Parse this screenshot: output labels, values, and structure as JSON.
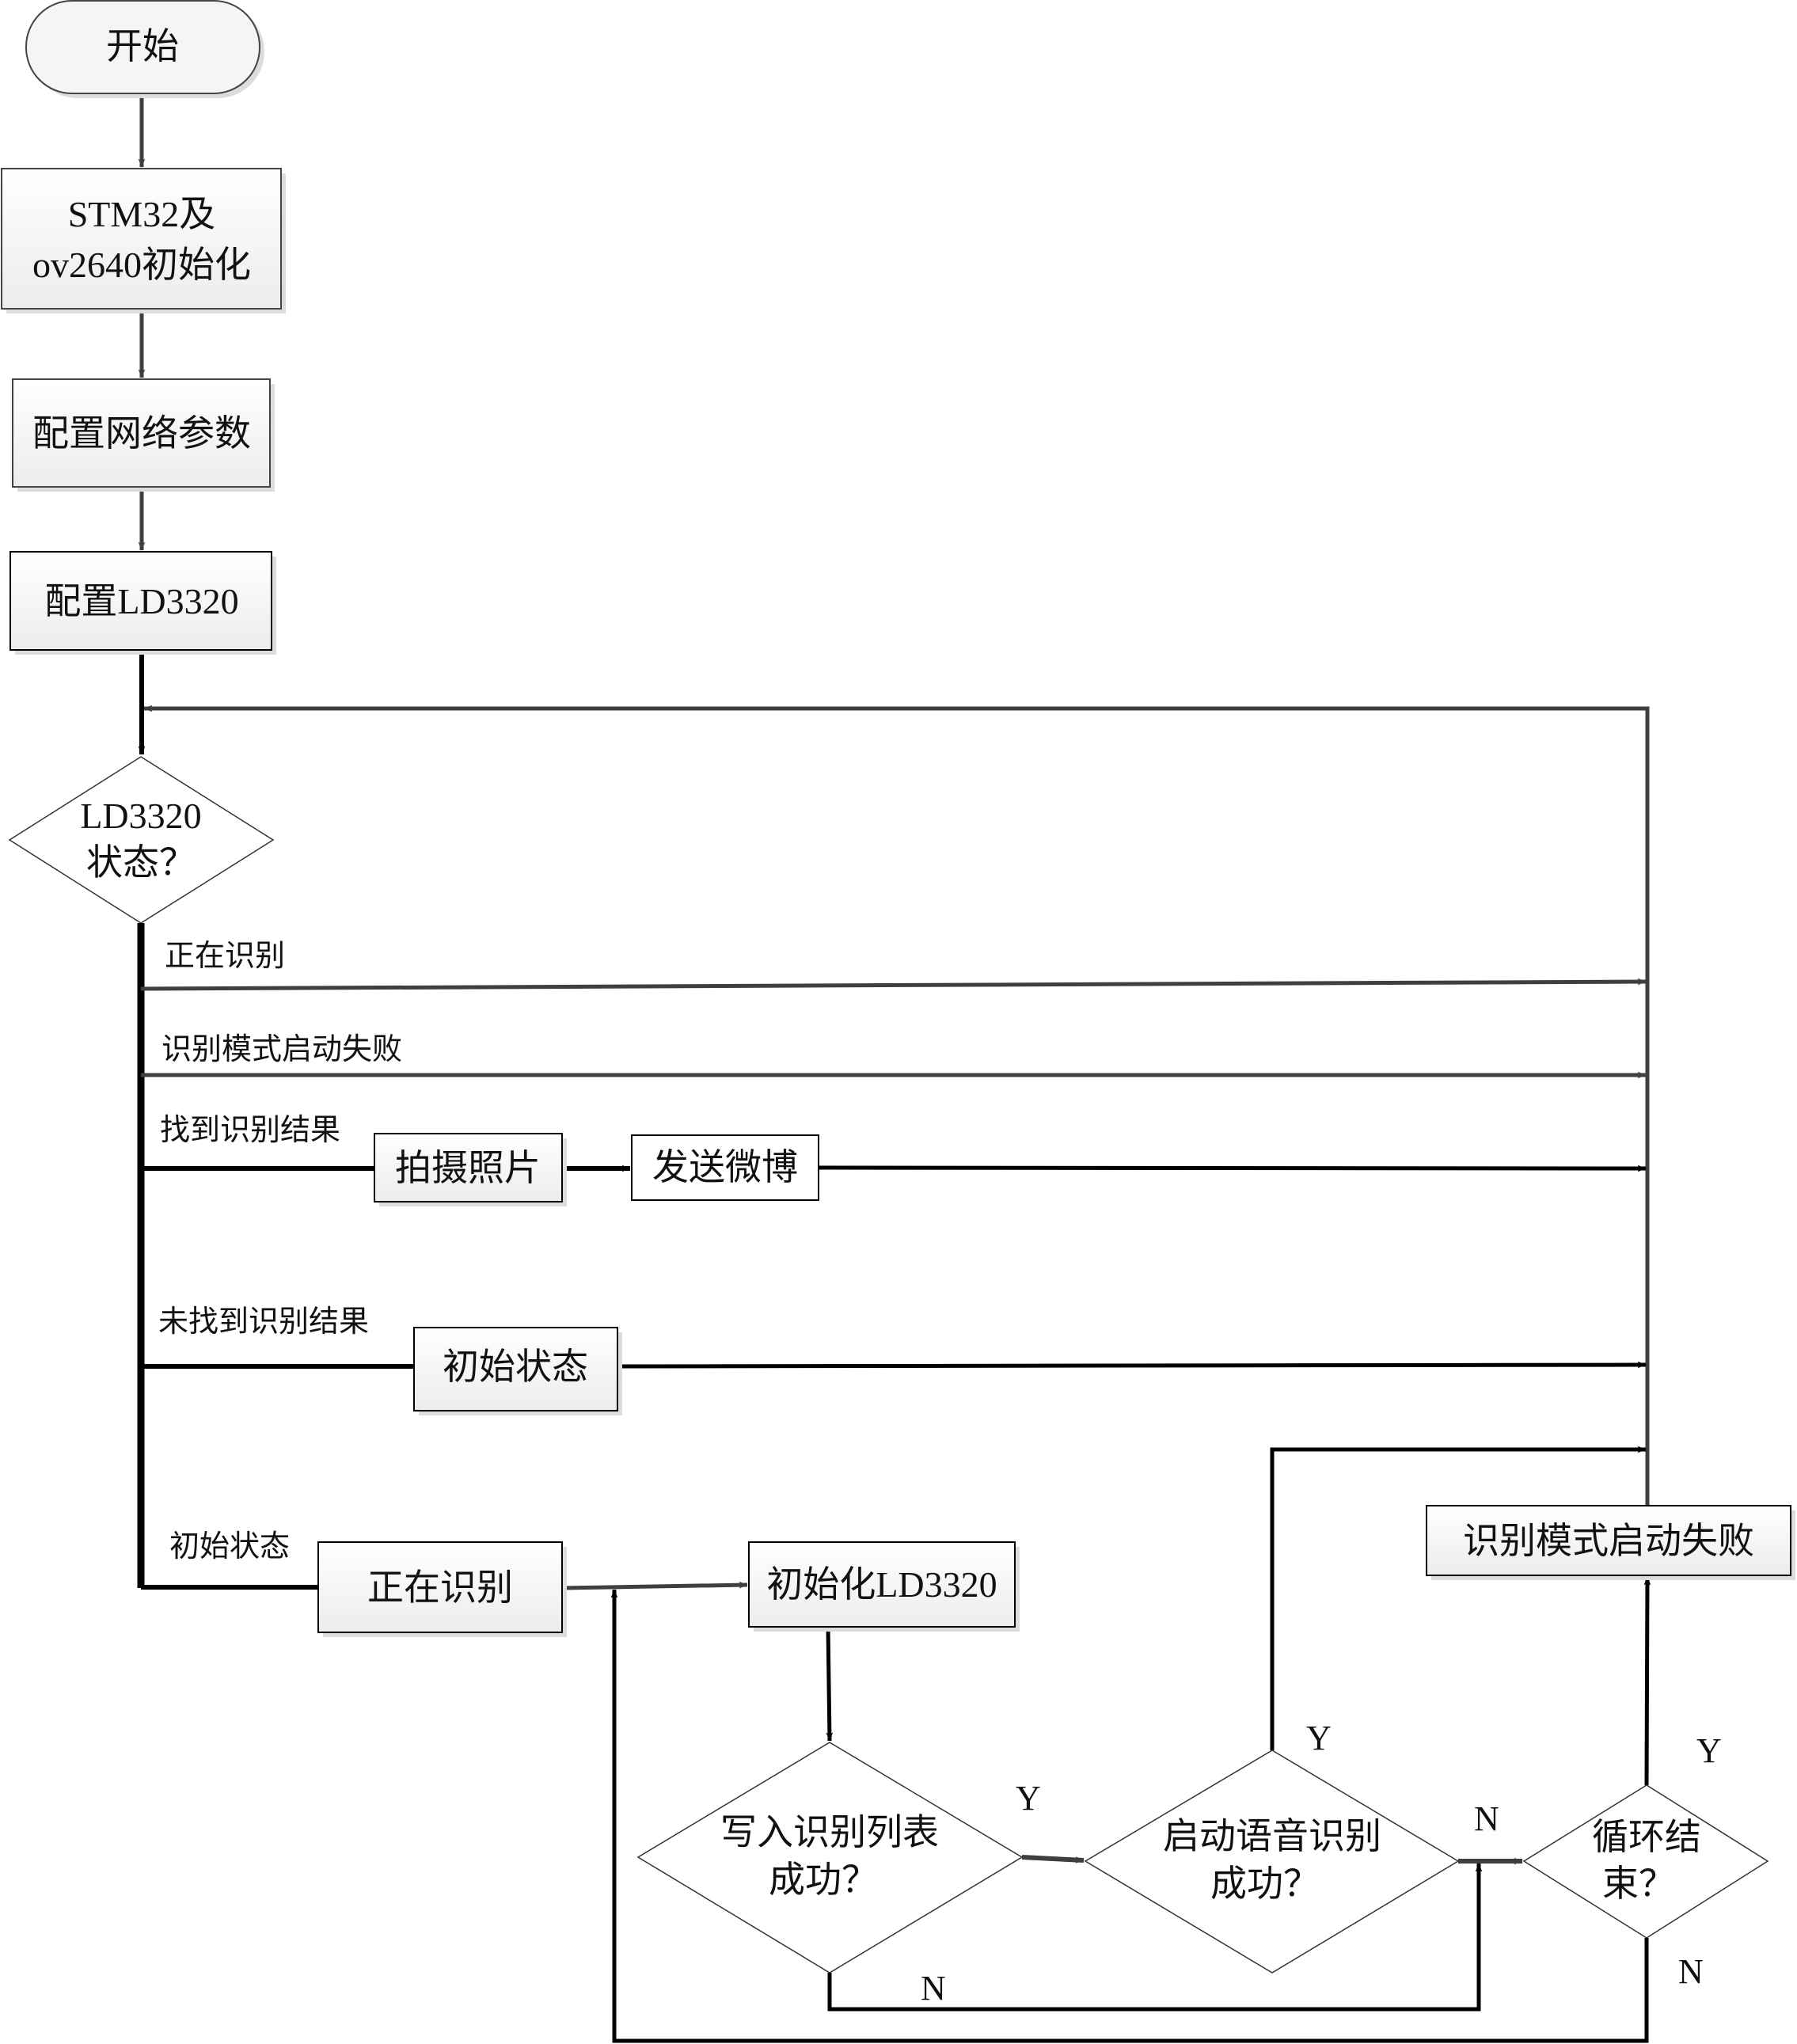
{
  "diagram": {
    "type": "flowchart",
    "nodes": {
      "start": {
        "label": "开始",
        "shape": "terminator"
      },
      "init_hw": {
        "label_lines": [
          "STM32及",
          "ov2640初始化"
        ],
        "shape": "process"
      },
      "config_net": {
        "label": "配置网络参数",
        "shape": "process"
      },
      "config_ld": {
        "label": "配置LD3320",
        "shape": "process"
      },
      "state_decision": {
        "label_lines": [
          "LD3320",
          "状态？"
        ],
        "shape": "decision"
      },
      "take_photo": {
        "label": "拍摄照片",
        "shape": "process"
      },
      "send_weibo": {
        "label": "发送微博",
        "shape": "process"
      },
      "set_initial": {
        "label": "初始状态",
        "shape": "process"
      },
      "recognizing": {
        "label": "正在识别",
        "shape": "process"
      },
      "init_ld": {
        "label": "初始化LD3320",
        "shape": "process"
      },
      "write_list_decision": {
        "label_lines": [
          "写入识别列表",
          "成功？"
        ],
        "shape": "decision"
      },
      "start_voice_decision": {
        "label_lines": [
          "启动语音识别",
          "成功？"
        ],
        "shape": "decision"
      },
      "loop_end_decision": {
        "label_lines": [
          "循环结",
          "束？"
        ],
        "shape": "decision"
      },
      "mode_fail": {
        "label": "识别模式启动失败",
        "shape": "process"
      }
    },
    "branch_labels": {
      "recognizing": "正在识别",
      "mode_fail": "识别模式启动失败",
      "found": "找到识别结果",
      "not_found": "未找到识别结果",
      "initial": "初始状态"
    },
    "yes_label": "Y",
    "no_label": "N",
    "colors": {
      "line": "#3f3f3f",
      "line_dark": "#000000",
      "box_fill_top": "#ffffff",
      "box_fill_bottom": "#eeeeee",
      "shadow": "#d9d9d9",
      "text": "#111111"
    }
  }
}
